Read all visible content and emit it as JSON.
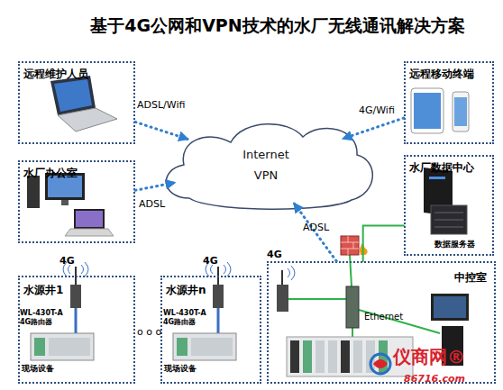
{
  "diagram": {
    "title": "基于4G公网和VPN技术的水厂无线通讯解决方案",
    "nodes": [
      {
        "text": [
          "远程维护人员"
        ]
      },
      {
        "text": [
          "水厂办公室"
        ]
      },
      {
        "text": [
          "Internet",
          "VPN"
        ]
      },
      {
        "text": [
          "远程移动终端"
        ]
      },
      {
        "text": [
          "水厂数据中心"
        ]
      },
      {
        "text": [
          "水源井1"
        ]
      },
      {
        "text": [
          "水源井n"
        ]
      },
      {
        "text": [
          "中控室"
        ]
      }
    ],
    "edges": [
      {
        "from": 0,
        "to": 2,
        "label": "ADSL/Wifi",
        "arrow": "to"
      },
      {
        "from": 1,
        "to": 2,
        "label": "ADSL",
        "arrow": "to"
      },
      {
        "from": 3,
        "to": 2,
        "label": "4G/Wifi",
        "arrow": "to"
      },
      {
        "from": 7,
        "to": 2,
        "label": "ADSL",
        "arrow": "to"
      },
      {
        "from": 7,
        "to": 4,
        "arrow": "none"
      }
    ],
    "labels": [
      "4G",
      "WL-430T-A 4G路由器",
      "现场设备",
      "o o o",
      "4G",
      "WL-430T-A 4G路由器",
      "现场设备",
      "4G",
      "Ethernet",
      "数据服务器",
      "仪商网®",
      "86716.com"
    ]
  }
}
